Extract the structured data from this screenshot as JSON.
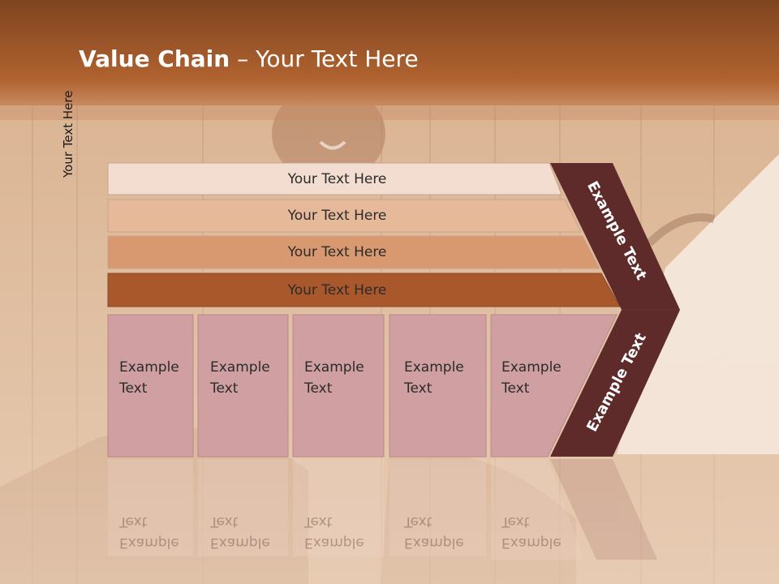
{
  "title": {
    "bold": "Value Chain",
    "rest": " – Your Text Here"
  },
  "side_label": "Your Text Here",
  "bands": [
    "Your Text Here",
    "Your Text Here",
    "Your Text Here",
    "Your Text Here"
  ],
  "boxes": [
    {
      "line1": "Example",
      "line2": "Text"
    },
    {
      "line1": "Example",
      "line2": "Text"
    },
    {
      "line1": "Example",
      "line2": "Text"
    },
    {
      "line1": "Example",
      "line2": "Text"
    },
    {
      "line1": "Example",
      "line2": "Text"
    }
  ],
  "chevron": {
    "upper": "Example Text",
    "lower": "Example Text"
  },
  "colors": {
    "header": "#a2562a",
    "band1": "#f2ddd0",
    "band2": "#e6b99a",
    "band3": "#d99970",
    "band4": "#a9582c",
    "box": "#cf9fa2",
    "chevron": "#5e2b2a"
  }
}
